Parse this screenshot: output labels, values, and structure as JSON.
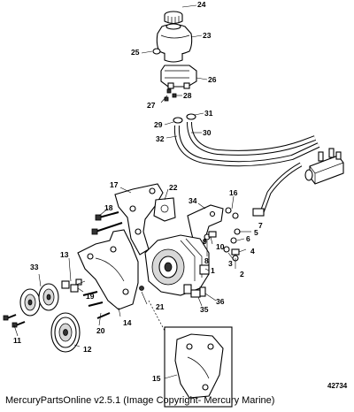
{
  "figure_number": "42734",
  "footer": "MercuryPartsOnline v2.5.1 (Image Copyright- Mercury Marine)",
  "callouts": {
    "c1": "1",
    "c2": "2",
    "c3": "3",
    "c4": "4",
    "c5": "5",
    "c6": "6",
    "c7": "7",
    "c8": "8",
    "c9": "9",
    "c10": "10",
    "c11": "11",
    "c12": "12",
    "c13": "13",
    "c14": "14",
    "c15": "15",
    "c16": "16",
    "c17": "17",
    "c18": "18",
    "c19": "19",
    "c20": "20",
    "c21": "21",
    "c22": "22",
    "c23": "23",
    "c24": "24",
    "c25": "25",
    "c26": "26",
    "c27": "27",
    "c28": "28",
    "c29": "29",
    "c30": "30",
    "c31": "31",
    "c32": "32",
    "c33": "33",
    "c34": "34",
    "c35": "35",
    "c36": "36"
  }
}
